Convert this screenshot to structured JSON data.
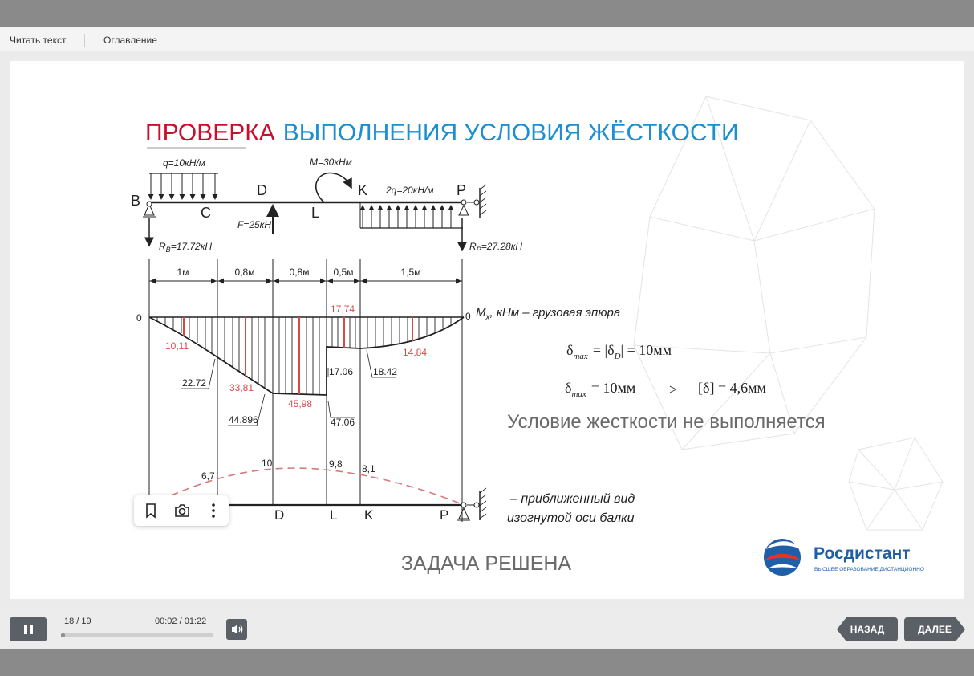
{
  "menu": {
    "read_text": "Читать текст",
    "contents": "Оглавление"
  },
  "slide": {
    "title_red": "ПРОВЕРКА",
    "title_blue": "ВЫПОЛНЕНИЯ УСЛОВИЯ ЖЁСТКОСТИ",
    "title_colors": {
      "red": "#c8102e",
      "blue": "#1b8fd1"
    },
    "beam": {
      "point_B": "B",
      "point_C": "C",
      "point_D": "D",
      "point_L": "L",
      "point_K": "K",
      "point_P": "P",
      "load_q": "q=10кН/м",
      "load_M": "M=30кНм",
      "load_2q": "2q=20кН/м",
      "load_F": "F=25кН",
      "reaction_B_sym": "R",
      "reaction_B_sub": "B",
      "reaction_B_val": "=17.72кН",
      "reaction_P_sym": "R",
      "reaction_P_sub": "P",
      "reaction_P_val": "=27.28кН",
      "dims": [
        "1м",
        "0,8м",
        "0,8м",
        "0,5м",
        "1,5м"
      ]
    },
    "moment": {
      "zero_left": "0",
      "zero_right": "0",
      "label_M": "M",
      "label_M_sub": "x",
      "label_rest": ", кНм – грузовая эпюра",
      "v_10_11": "10,11",
      "v_22_72": "22.72",
      "v_33_81": "33,81",
      "v_44_896": "44.896",
      "v_45_98": "45,98",
      "v_47_06": "47.06",
      "v_17_06": "17.06",
      "v_17_74": "17,74",
      "v_18_42": "18.42",
      "v_14_84": "14,84"
    },
    "formula1": {
      "delta": "δ",
      "sub": "max",
      "rhs": "= |δ",
      "rhs_sub": "D",
      "rhs_end": "| = 10мм"
    },
    "formula2": {
      "delta": "δ",
      "sub": "max",
      "eq": "= 10мм",
      "gt": ">",
      "allow": "[δ] = 4,6мм"
    },
    "condition": "Условие жесткости не выполняется",
    "deflection": {
      "v1": "6,7",
      "v2": "10",
      "v3": "9,8",
      "v4": "8,1",
      "label_D": "D",
      "label_L": "L",
      "label_K": "K",
      "label_P": "P",
      "caption1": "– приближенный вид",
      "caption2": "изогнутой оси балки"
    },
    "solved": "ЗАДАЧА РЕШЕНА",
    "logo": {
      "name": "Росдистант",
      "tagline": "ВЫСШЕЕ ОБРАЗОВАНИЕ ДИСТАНЦИОННО",
      "color": "#1f5fa8"
    }
  },
  "tools": {
    "bookmark": "bookmark-icon",
    "camera": "camera-icon",
    "more": "more-vertical-icon"
  },
  "player": {
    "slide_counter": "18 / 19",
    "time": "00:02 / 01:22",
    "progress": 0.024,
    "back_label": "НАЗАД",
    "next_label": "ДАЛЕЕ"
  }
}
